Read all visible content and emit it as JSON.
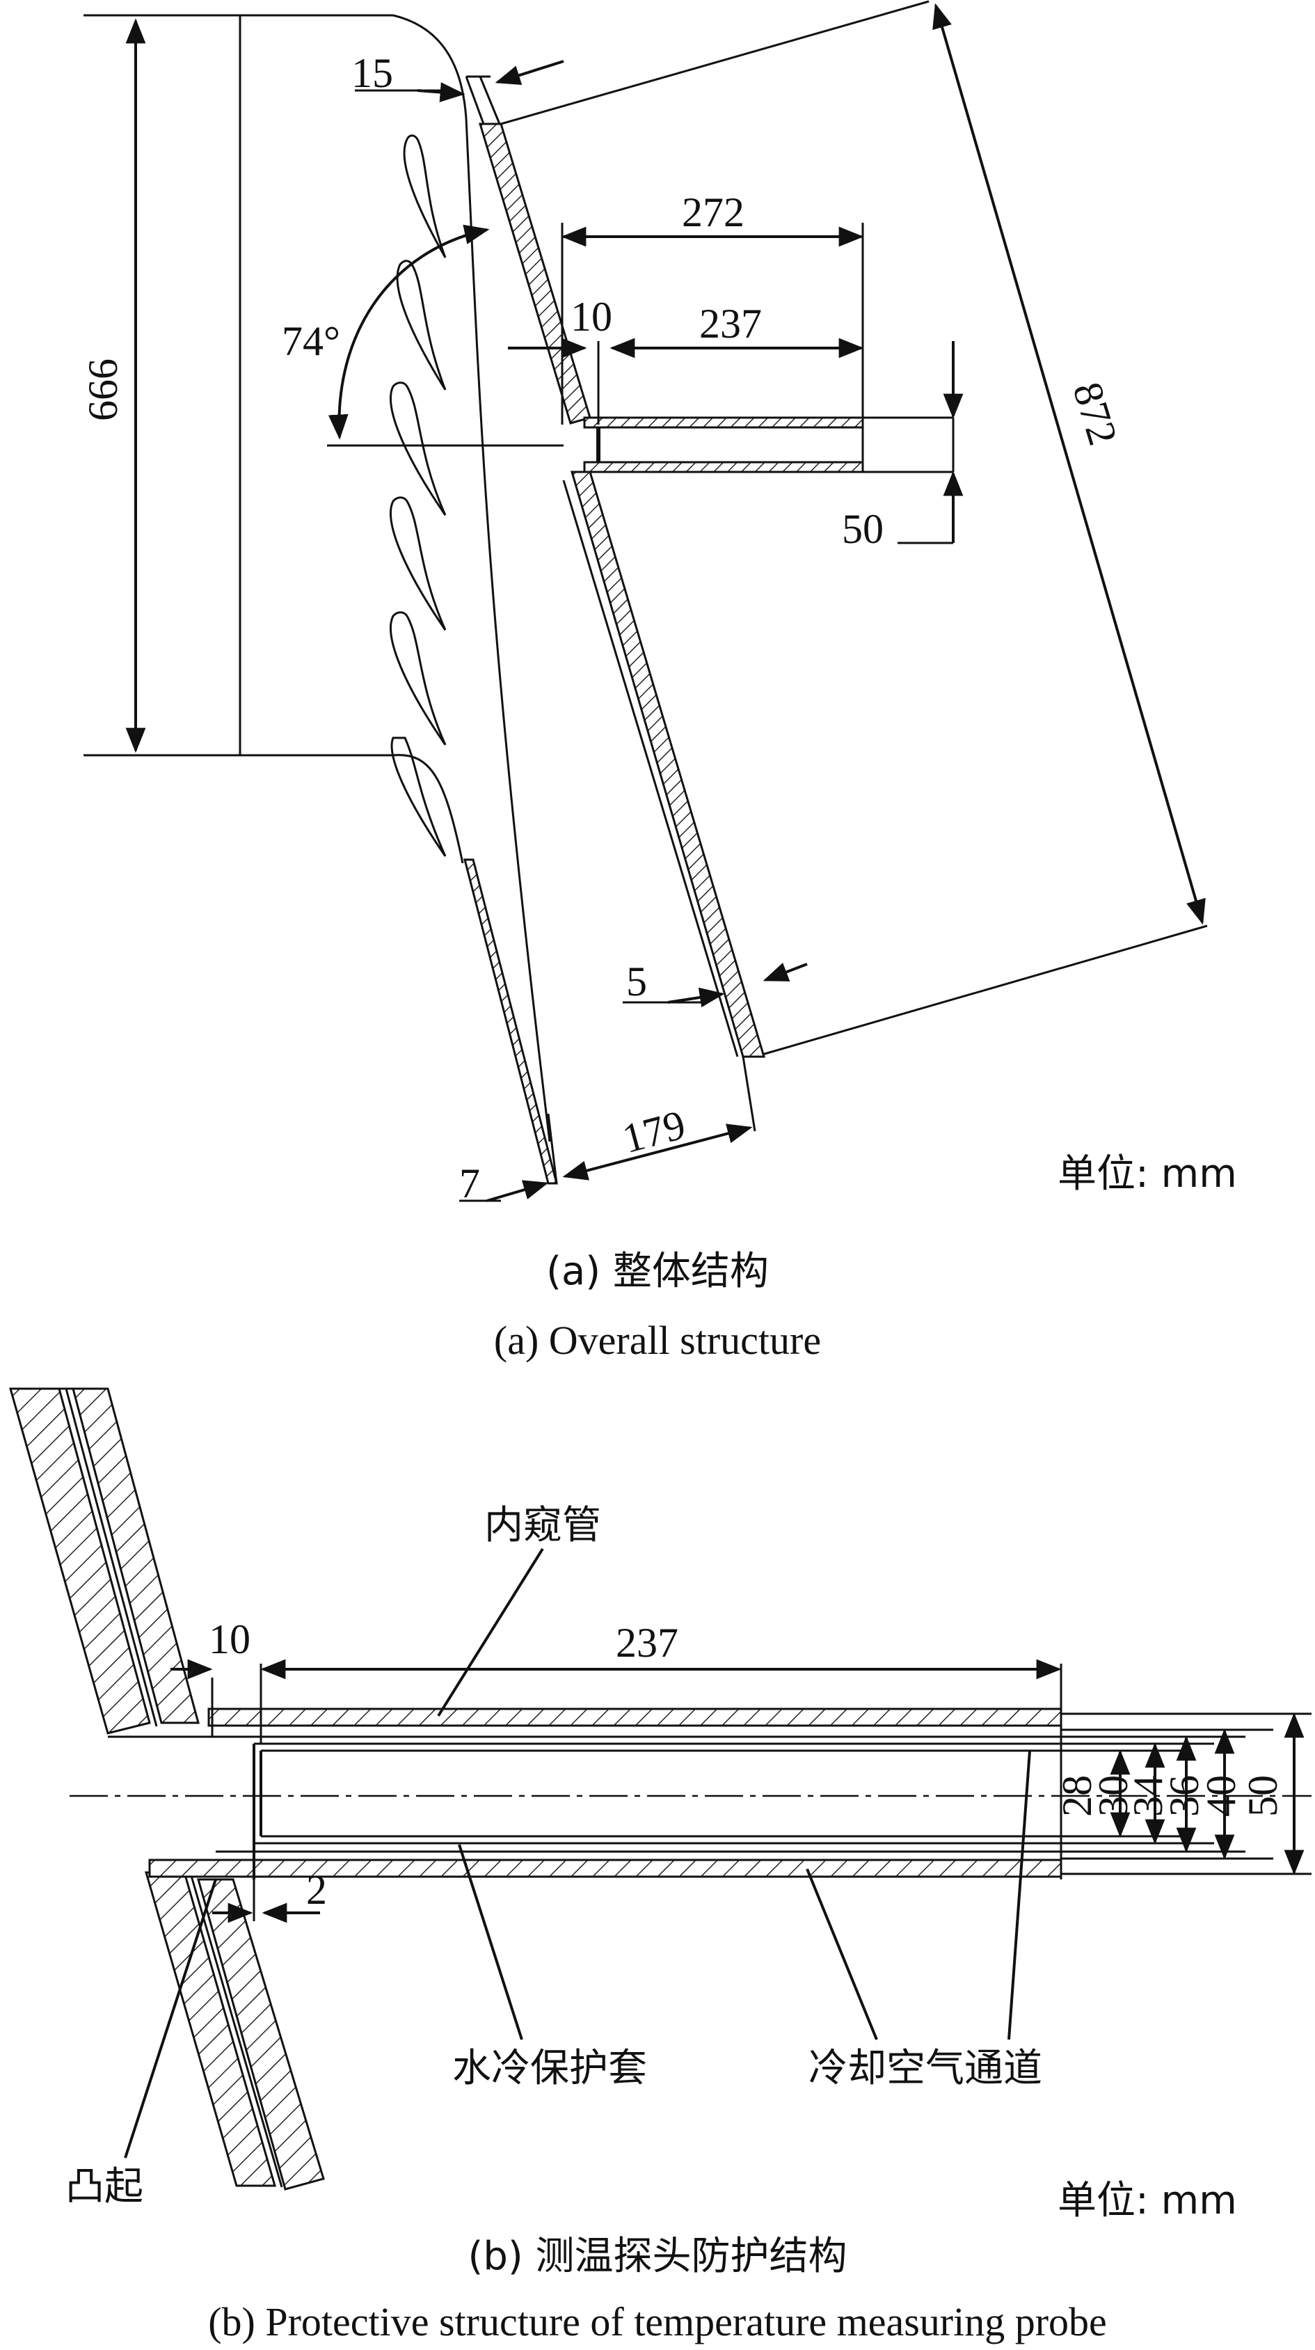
{
  "figure_a": {
    "dims": {
      "d666": "666",
      "d15": "15",
      "d272": "272",
      "d10": "10",
      "d237": "237",
      "angle": "74°",
      "d872": "872",
      "d50": "50",
      "d5": "5",
      "d179": "179",
      "d7": "7"
    },
    "unit": "单位: mm",
    "caption_cn": "(a) 整体结构",
    "caption_en": "(a) Overall structure"
  },
  "figure_b": {
    "dims": {
      "d10": "10",
      "d237": "237",
      "d2": "2",
      "d28": "28",
      "d30": "30",
      "d34": "34",
      "d36": "36",
      "d40": "40",
      "d50": "50"
    },
    "labels": {
      "inner_tube": "内窥管",
      "water_jacket": "水冷保护套",
      "air_channel": "冷却空气通道",
      "bump": "凸起"
    },
    "unit": "单位: mm",
    "caption_cn": "(b) 测温探头防护结构",
    "caption_en": "(b) Protective structure of temperature measuring probe"
  }
}
